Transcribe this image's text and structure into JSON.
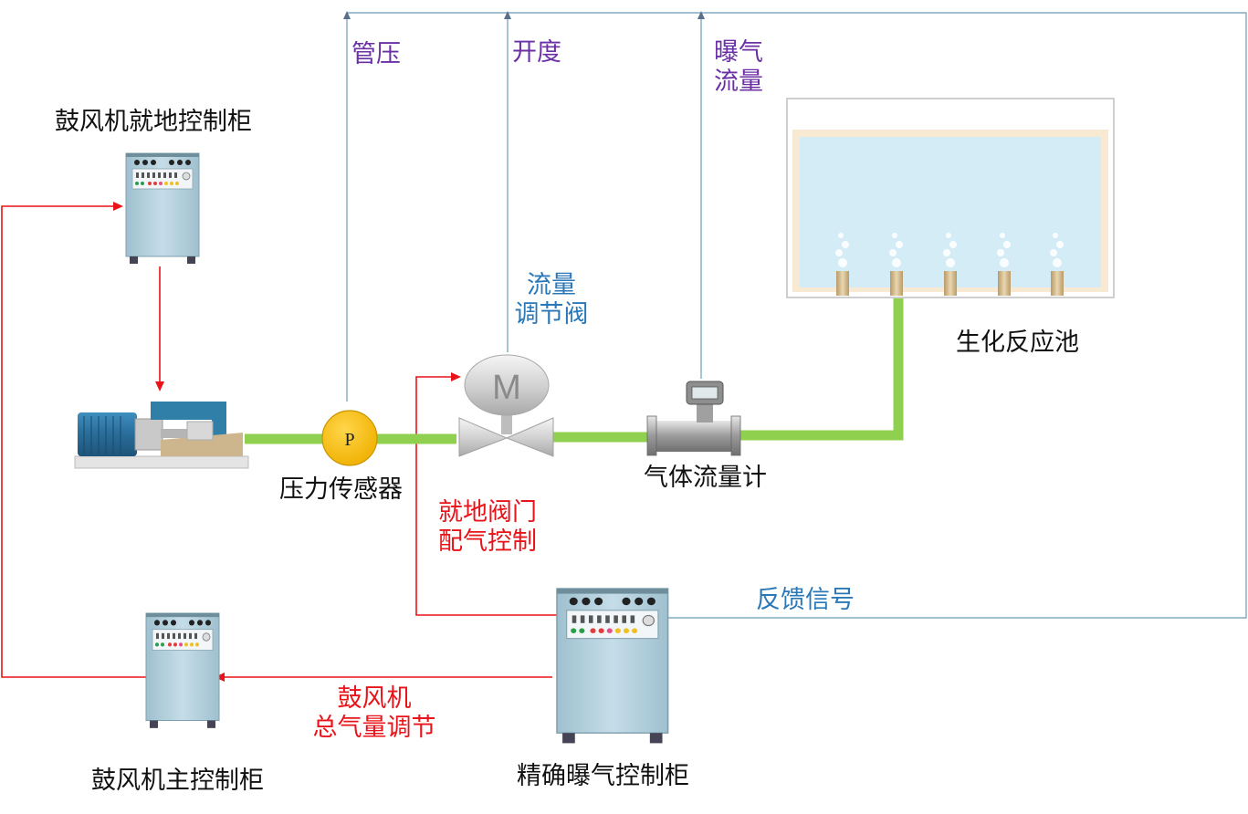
{
  "labels": {
    "local_cabinet": "鼓风机就地控制柜",
    "main_cabinet": "鼓风机主控制柜",
    "aeration_cabinet": "精确曝气控制柜",
    "pressure_sensor": "压力传感器",
    "pressure_symbol": "P",
    "valve_symbol": "M",
    "flow_valve": [
      "流量",
      "调节阀"
    ],
    "gas_flow_meter": "气体流量计",
    "bio_tank": "生化反应池",
    "signal_pressure": "管压",
    "signal_opening": "开度",
    "signal_aeration_flow": [
      "曝气",
      "流量"
    ],
    "feedback_signal": "反馈信号",
    "local_valve_control": [
      "就地阀门",
      "配气控制"
    ],
    "blower_total_air": [
      "鼓风机",
      "总气量调节"
    ]
  },
  "colors": {
    "pipe": "#8fd14f",
    "signal_line": "#6b9bb5",
    "control_line": "#e8141a",
    "purple_text": "#6b30a6",
    "blue_text": "#2b78b8",
    "red_text": "#e8141a",
    "water": "#d4ecf6",
    "cabinet": "#a9cad8",
    "sensor": "#f8c000"
  },
  "icons": {
    "blower_motor": "blower-motor-icon",
    "pressure_sensor": "pressure-sensor-icon",
    "valve": "flow-control-valve-icon",
    "flow_meter": "gas-flow-meter-icon",
    "tank": "reaction-tank-icon",
    "cabinet": "control-cabinet-icon"
  }
}
